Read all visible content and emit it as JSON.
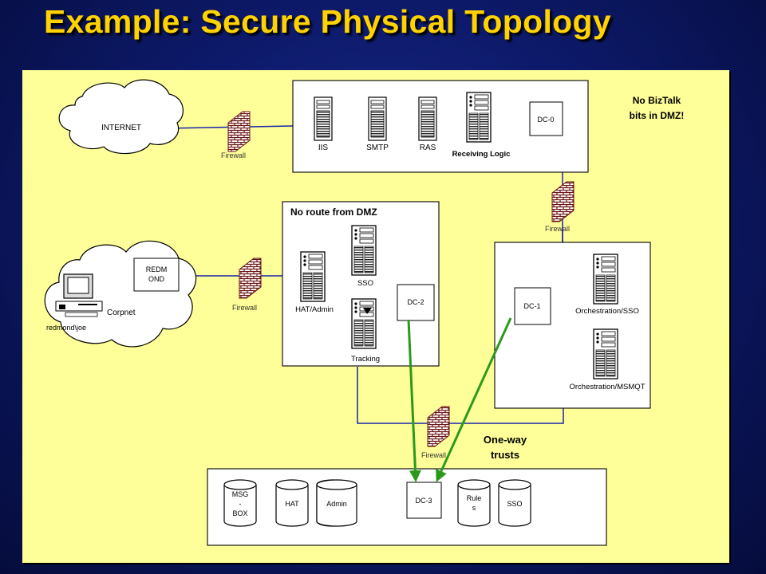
{
  "title": "Example: Secure Physical Topology",
  "colors": {
    "background": "#0d1a6b",
    "title": "#ffd200",
    "panel": "#ffff99",
    "link": "#1a23a8",
    "trust_arrow": "#2b9a1a"
  },
  "clouds": {
    "internet": "INTERNET",
    "corpnet": "Corpnet"
  },
  "firewall_label": "Firewall",
  "dmz": {
    "servers": [
      "IIS",
      "SMTP",
      "RAS"
    ],
    "receiving_logic": "Receiving Logic",
    "dc": "DC-0",
    "note_line1": "No BizTalk",
    "note_line2": "bits in DMZ!"
  },
  "internal": {
    "heading": "No route from DMZ",
    "hat_admin": "HAT/Admin",
    "sso": "SSO",
    "tracking": "Tracking",
    "dc": "DC-2"
  },
  "orchestration": {
    "dc": "DC-1",
    "orch_sso": "Orchestration/SSO",
    "orch_msmqt": "Orchestration/MSMQT"
  },
  "corpnet": {
    "redmond_line1": "REDM",
    "redmond_line2": "OND",
    "user": "redmond\\joe"
  },
  "trusts": {
    "line1": "One-way",
    "line2": "trusts"
  },
  "data_tier": {
    "msg_line1": "MSG",
    "msg_line2": "-",
    "msg_line3": "BOX",
    "hat": "HAT",
    "admin": "Admin",
    "dc": "DC-3",
    "rules_line1": "Rule",
    "rules_line2": "s",
    "sso": "SSO"
  }
}
